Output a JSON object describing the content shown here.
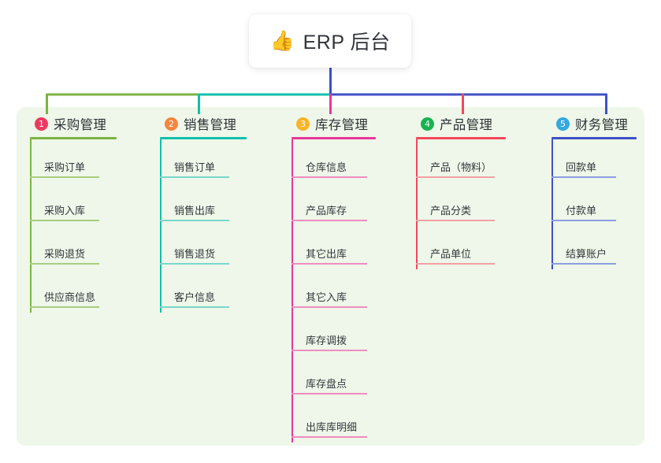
{
  "diagram": {
    "type": "mindmap-tree",
    "root": {
      "icon": "thumbs-up-emoji",
      "emoji": "👍",
      "title": "ERP 后台"
    },
    "panel_color": "#eef7e9",
    "branches": [
      {
        "number": "1",
        "label": "采购管理",
        "badge_color": "#ea3a60",
        "line_color": "#7cb342",
        "item_line_color": "#aacd7f",
        "items": [
          "采购订单",
          "采购入库",
          "采购退货",
          "供应商信息"
        ]
      },
      {
        "number": "2",
        "label": "销售管理",
        "badge_color": "#f5863f",
        "line_color": "#11c0ab",
        "item_line_color": "#7bd6cc",
        "items": [
          "销售订单",
          "销售出库",
          "销售退货",
          "客户信息"
        ]
      },
      {
        "number": "3",
        "label": "库存管理",
        "badge_color": "#f9b527",
        "line_color": "#e8389a",
        "item_line_color": "#f08cc0",
        "items": [
          "仓库信息",
          "产品库存",
          "其它出库",
          "其它入库",
          "库存调拨",
          "库存盘点",
          "出库库明细"
        ]
      },
      {
        "number": "4",
        "label": "产品管理",
        "badge_color": "#18b351",
        "line_color": "#f2485b",
        "item_line_color": "#f3a0a4",
        "items": [
          "产品（物料）",
          "产品分类",
          "产品单位"
        ]
      },
      {
        "number": "5",
        "label": "财务管理",
        "badge_color": "#35a8e0",
        "line_color": "#3f51c5",
        "item_line_color": "#8d9de0",
        "items": [
          "回款单",
          "付款单",
          "结算账户"
        ]
      }
    ],
    "connectors": {
      "stem_color": "#3f51c5",
      "bus_segments": [
        {
          "color": "#7cb342"
        },
        {
          "color": "#11c0ab"
        },
        {
          "color": "#3f51c5"
        }
      ]
    }
  }
}
